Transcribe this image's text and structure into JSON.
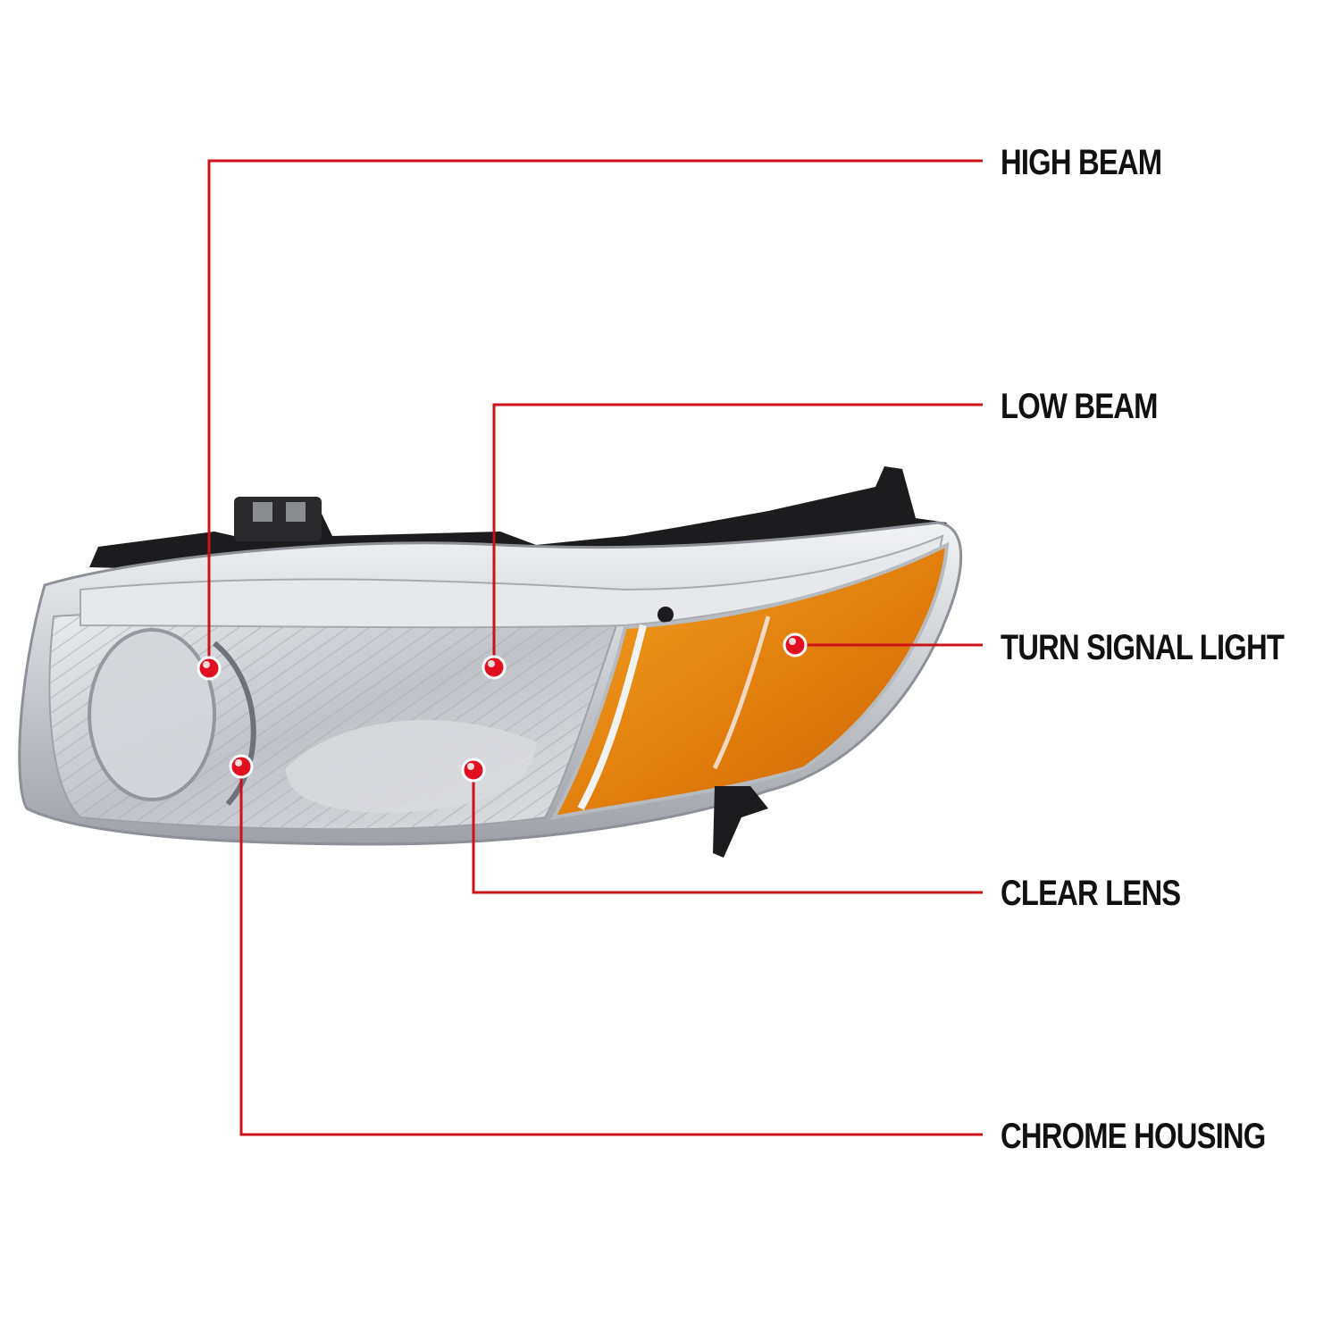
{
  "diagram": {
    "subject": "Headlight assembly",
    "colors": {
      "callout_line": "#cc1118",
      "callout_dot": "#e01020",
      "label_text": "#111111",
      "background": "#ffffff",
      "amber": "#e8890a",
      "chrome": "#c9ccd1",
      "housing_black": "#1c1c1e"
    },
    "callouts": [
      {
        "id": "high-beam",
        "label": "HIGH BEAM"
      },
      {
        "id": "low-beam",
        "label": "LOW BEAM"
      },
      {
        "id": "turn-signal-light",
        "label": "TURN SIGNAL LIGHT"
      },
      {
        "id": "clear-lens",
        "label": "CLEAR LENS"
      },
      {
        "id": "chrome-housing",
        "label": "CHROME HOUSING"
      }
    ]
  }
}
